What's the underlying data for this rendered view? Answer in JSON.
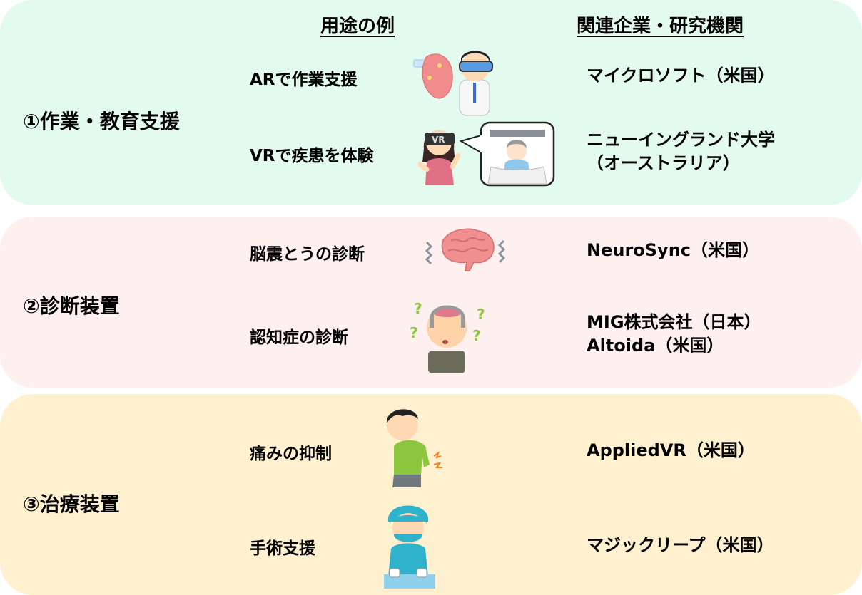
{
  "headers": {
    "use_examples": "用途の例",
    "related_orgs": "関連企業・研究機関"
  },
  "colors": {
    "panel_1": "#e3fbef",
    "panel_2": "#fff0f0",
    "panel_3": "#fff0cf"
  },
  "categories": [
    {
      "label": "①作業・教育支援",
      "rows": [
        {
          "use": "ARで作業支援",
          "illustration": "doctor-ar-goggles-heart-icon",
          "orgs": [
            "マイクロソフト（米国）"
          ]
        },
        {
          "use": "VRで疾患を体験",
          "illustration": "woman-vr-headset-patient-bubble-icon",
          "orgs": [
            "ニューイングランド大学",
            "（オーストラリア）"
          ]
        }
      ]
    },
    {
      "label": "②診断装置",
      "rows": [
        {
          "use": "脳震とうの診断",
          "illustration": "shaking-brain-icon",
          "orgs": [
            "NeuroSync（米国）"
          ]
        },
        {
          "use": "認知症の診断",
          "illustration": "confused-elderly-man-icon",
          "orgs": [
            "MIG株式会社（日本）",
            "Altoida（米国）"
          ]
        }
      ]
    },
    {
      "label": "③治療装置",
      "rows": [
        {
          "use": "痛みの抑制",
          "illustration": "man-back-pain-icon",
          "orgs": [
            "AppliedVR（米国）"
          ]
        },
        {
          "use": "手術支援",
          "illustration": "surgeon-icon",
          "orgs": [
            "マジックリープ（米国）"
          ]
        }
      ]
    }
  ]
}
